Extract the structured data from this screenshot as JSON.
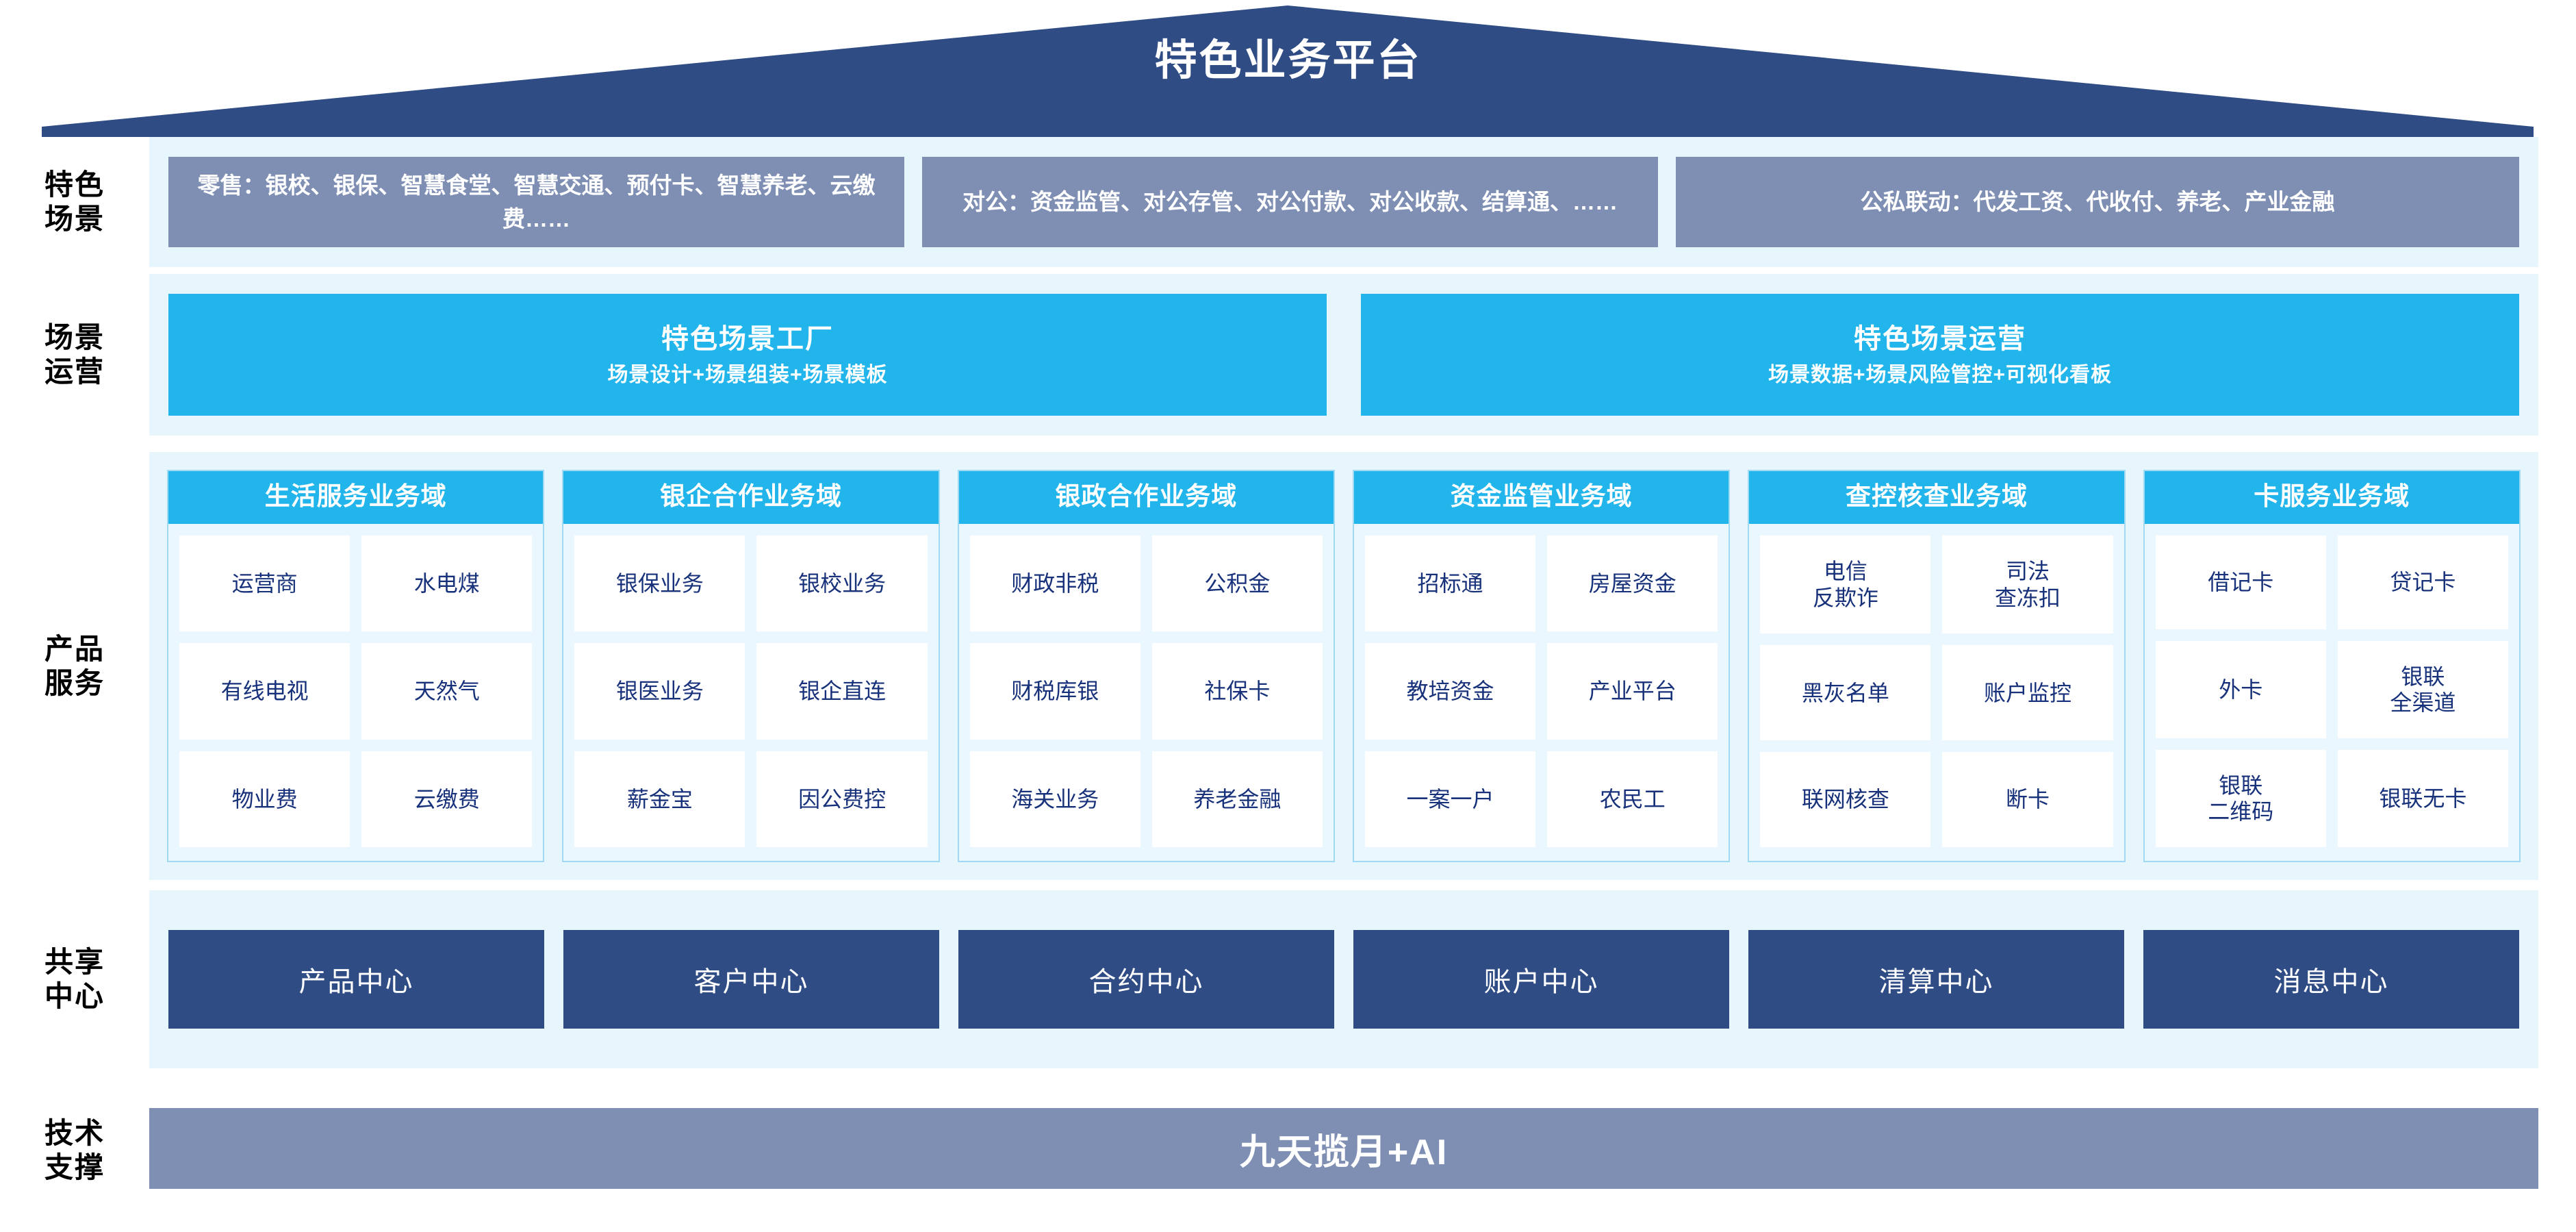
{
  "header": {
    "title": "特色业务平台"
  },
  "colors": {
    "roof_navy": "#2f4c85",
    "band_bg": "#e7f5fd",
    "cyan": "#22b5ec",
    "slate": "#7f8fb4",
    "navy": "#2f4c85",
    "cell_text": "#17317a"
  },
  "rows": {
    "scene": {
      "label": "特色\n场景",
      "label_lines": [
        "特色",
        "场景"
      ],
      "boxes": [
        "零售：银校、银保、智慧食堂、智慧交通、预付卡、智慧养老、云缴费……",
        "对公：资金监管、对公存管、对公付款、对公收款、结算通、……",
        "公私联动：代发工资、代收付、养老、产业金融"
      ]
    },
    "operation": {
      "label_lines": [
        "场景",
        "运营"
      ],
      "boxes": [
        {
          "title": "特色场景工厂",
          "subtitle": "场景设计+场景组装+场景模板"
        },
        {
          "title": "特色场景运营",
          "subtitle": "场景数据+场景风险管控+可视化看板"
        }
      ]
    },
    "product": {
      "label_lines": [
        "产品",
        "服务"
      ],
      "domains": [
        {
          "title": "生活服务业务域",
          "cells": [
            "运营商",
            "水电煤",
            "有线电视",
            "天然气",
            "物业费",
            "云缴费"
          ]
        },
        {
          "title": "银企合作业务域",
          "cells": [
            "银保业务",
            "银校业务",
            "银医业务",
            "银企直连",
            "薪金宝",
            "因公费控"
          ]
        },
        {
          "title": "银政合作业务域",
          "cells": [
            "财政非税",
            "公积金",
            "财税库银",
            "社保卡",
            "海关业务",
            "养老金融"
          ]
        },
        {
          "title": "资金监管业务域",
          "cells": [
            "招标通",
            "房屋资金",
            "教培资金",
            "产业平台",
            "一案一户",
            "农民工"
          ]
        },
        {
          "title": "查控核查业务域",
          "cells": [
            "电信\n反欺诈",
            "司法\n查冻扣",
            "黑灰名单",
            "账户监控",
            "联网核查",
            "断卡"
          ]
        },
        {
          "title": "卡服务业务域",
          "cells": [
            "借记卡",
            "贷记卡",
            "外卡",
            "银联\n全渠道",
            "银联\n二维码",
            "银联无卡"
          ]
        }
      ]
    },
    "shared_center": {
      "label_lines": [
        "共享",
        "中心"
      ],
      "boxes": [
        "产品中心",
        "客户中心",
        "合约中心",
        "账户中心",
        "清算中心",
        "消息中心"
      ]
    },
    "tech": {
      "label_lines": [
        "技术",
        "支撑"
      ],
      "bar": "九天揽月+AI"
    }
  }
}
